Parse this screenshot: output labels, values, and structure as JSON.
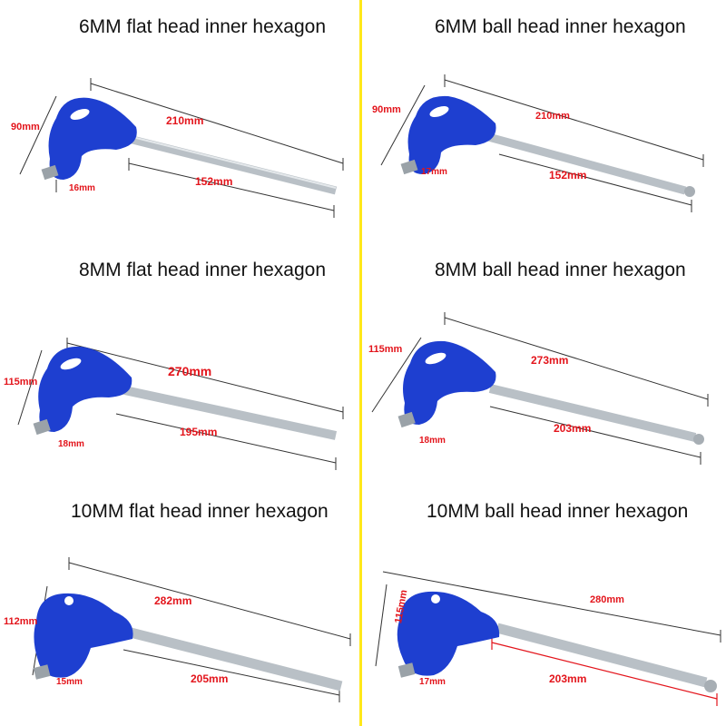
{
  "panels": [
    {
      "title": "6MM flat head inner hexagon",
      "height_label": "90mm",
      "total_label": "210mm",
      "shaft_label": "152mm",
      "width_label": "16mm",
      "tip": "flat"
    },
    {
      "title": "6MM ball head inner hexagon",
      "height_label": "90mm",
      "total_label": "210mm",
      "shaft_label": "152mm",
      "width_label": "17mm",
      "tip": "ball"
    },
    {
      "title": "8MM flat head inner hexagon",
      "height_label": "115mm",
      "total_label": "270mm",
      "shaft_label": "195mm",
      "width_label": "18mm",
      "tip": "flat"
    },
    {
      "title": "8MM ball head inner hexagon",
      "height_label": "115mm",
      "total_label": "273mm",
      "shaft_label": "203mm",
      "width_label": "18mm",
      "tip": "ball"
    },
    {
      "title": "10MM flat head inner hexagon",
      "height_label": "112mm",
      "total_label": "282mm",
      "shaft_label": "205mm",
      "width_label": "15mm",
      "tip": "flat"
    },
    {
      "title": "10MM ball head inner hexagon",
      "height_label": "115mm",
      "total_label": "280mm",
      "shaft_label": "203mm",
      "width_label": "17mm",
      "tip": "ball"
    }
  ],
  "colors": {
    "handle": "#1e3fd0",
    "shaft": "#b9c0c6",
    "label": "#e3141b",
    "divider": "#ffe81a"
  }
}
